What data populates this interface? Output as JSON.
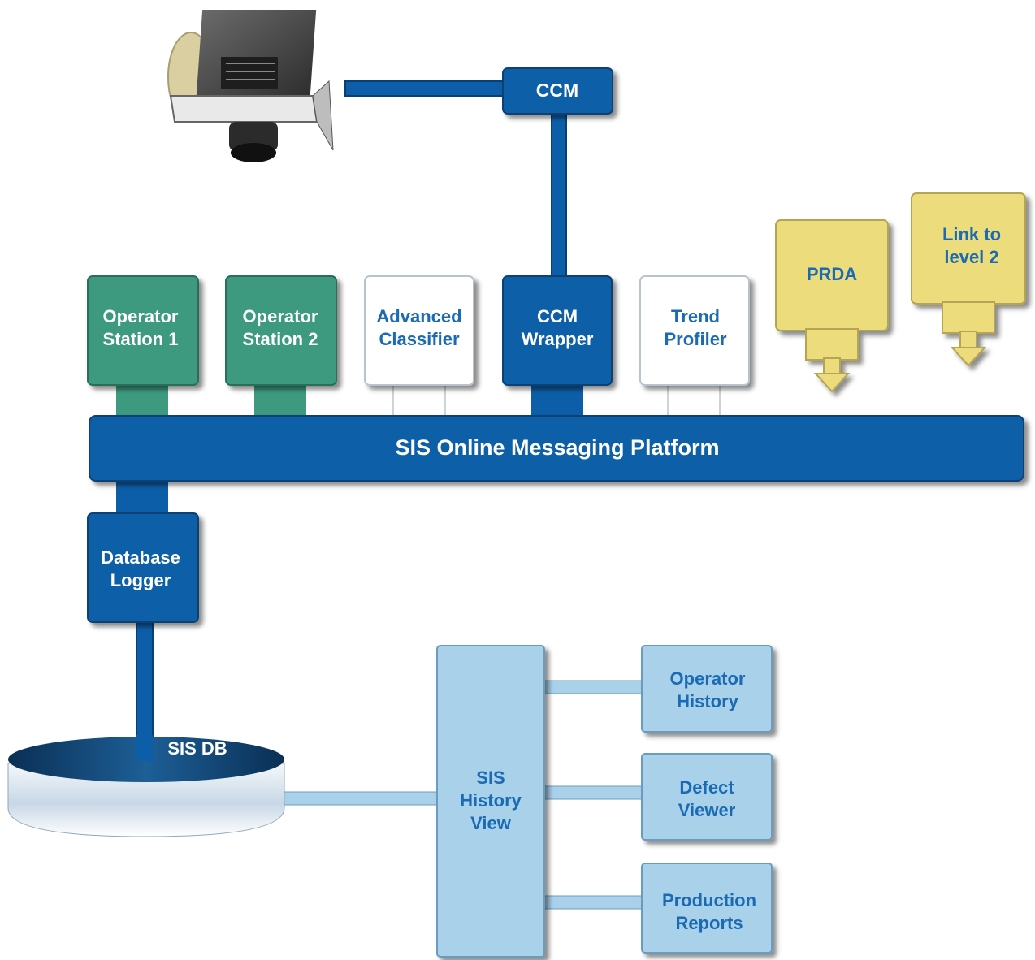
{
  "colors": {
    "dark_blue": "#0d5ea8",
    "dark_blue_edge": "#0a3f73",
    "green": "#3d9a7f",
    "white_box": "#ffffff",
    "light_blue": "#a9d1ea",
    "yellow": "#ecdc7c",
    "text_blue": "#1a6bb3"
  },
  "icons": {
    "camera": "camera-icon",
    "database": "database-icon"
  },
  "nodes": {
    "ccm": "CCM",
    "operator_station_1": [
      "Operator",
      "Station 1"
    ],
    "operator_station_2": [
      "Operator",
      "Station 2"
    ],
    "advanced_classifier": [
      "Advanced",
      "Classifier"
    ],
    "ccm_wrapper": [
      "CCM",
      "Wrapper"
    ],
    "trend_profiler": [
      "Trend",
      "Profiler"
    ],
    "prda": "PRDA",
    "link_level2": [
      "Link to",
      "level 2"
    ],
    "platform": "SIS Online Messaging Platform",
    "database_logger": [
      "Database",
      "Logger"
    ],
    "sis_db": "SIS DB",
    "sis_history_view": [
      "SIS",
      "History",
      "View"
    ],
    "operator_history": [
      "Operator",
      "History"
    ],
    "defect_viewer": [
      "Defect",
      "Viewer"
    ],
    "production_reports": [
      "Production",
      "Reports"
    ]
  }
}
